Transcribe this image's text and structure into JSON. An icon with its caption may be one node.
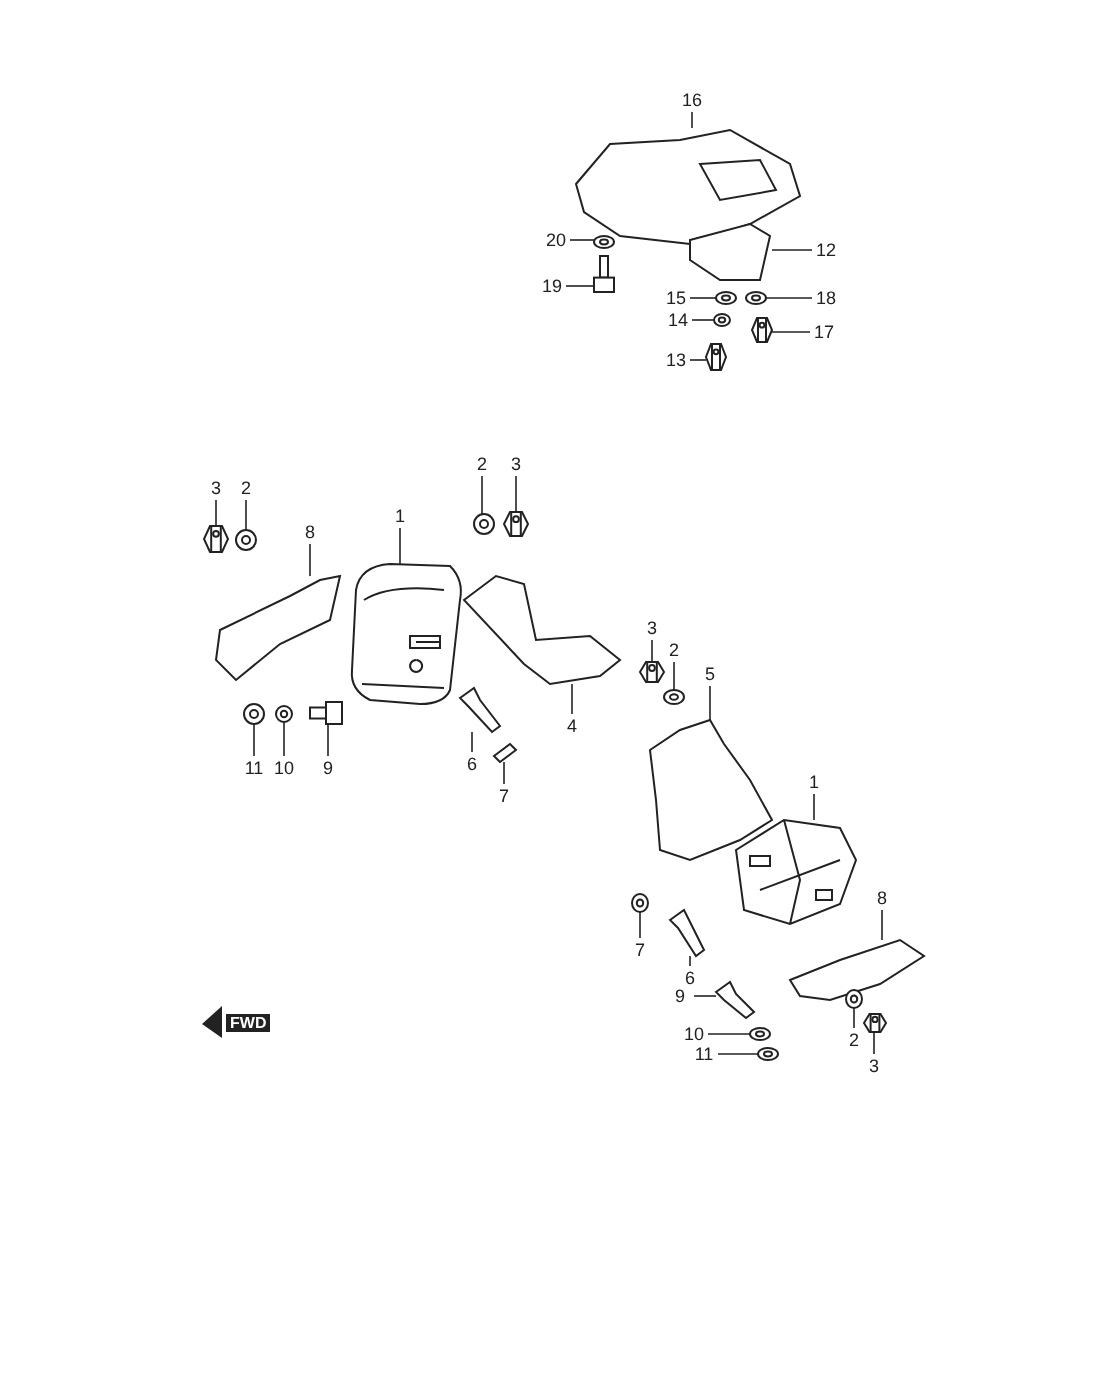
{
  "diagram": {
    "nodes": [
      {
        "text": [
          "16"
        ]
      },
      {
        "text": [
          "20"
        ]
      },
      {
        "text": [
          "12"
        ]
      },
      {
        "text": [
          "19"
        ]
      },
      {
        "text": [
          "15"
        ]
      },
      {
        "text": [
          "18"
        ]
      },
      {
        "text": [
          "14"
        ]
      },
      {
        "text": [
          "17"
        ]
      },
      {
        "text": [
          "13"
        ]
      },
      {
        "text": [
          "3"
        ]
      },
      {
        "text": [
          "2"
        ]
      },
      {
        "text": [
          "8"
        ]
      },
      {
        "text": [
          "1"
        ]
      },
      {
        "text": [
          "2"
        ]
      },
      {
        "text": [
          "3"
        ]
      },
      {
        "text": [
          "4"
        ]
      },
      {
        "text": [
          "11"
        ]
      },
      {
        "text": [
          "10"
        ]
      },
      {
        "text": [
          "9"
        ]
      },
      {
        "text": [
          "6"
        ]
      },
      {
        "text": [
          "7"
        ]
      },
      {
        "text": [
          "3"
        ]
      },
      {
        "text": [
          "2"
        ]
      },
      {
        "text": [
          "5"
        ]
      },
      {
        "text": [
          "1"
        ]
      },
      {
        "text": [
          "8"
        ]
      },
      {
        "text": [
          "7"
        ]
      },
      {
        "text": [
          "6"
        ]
      },
      {
        "text": [
          "9"
        ]
      },
      {
        "text": [
          "10"
        ]
      },
      {
        "text": [
          "11"
        ]
      },
      {
        "text": [
          "2"
        ]
      },
      {
        "text": [
          "3"
        ]
      },
      {
        "text": [],
        "shape": "picture"
      },
      {
        "text": [],
        "shape": "picture"
      },
      {
        "text": [],
        "shape": "picture"
      },
      {
        "text": [],
        "shape": "picture"
      },
      {
        "text": [],
        "shape": "picture"
      },
      {
        "text": [],
        "shape": "picture"
      },
      {
        "text": [],
        "shape": "picture"
      },
      {
        "text": [],
        "shape": "picture"
      },
      {
        "text": [],
        "shape": "picture"
      },
      {
        "text": [],
        "shape": "picture"
      },
      {
        "text": [],
        "shape": "picture"
      },
      {
        "text": [],
        "shape": "picture"
      },
      {
        "text": [],
        "shape": "picture"
      },
      {
        "text": [],
        "shape": "picture"
      },
      {
        "text": [],
        "shape": "picture"
      },
      {
        "text": [],
        "shape": "picture"
      },
      {
        "text": [],
        "shape": "picture"
      },
      {
        "text": [],
        "shape": "picture"
      },
      {
        "text": [],
        "shape": "picture"
      },
      {
        "text": [],
        "shape": "picture"
      },
      {
        "text": [],
        "shape": "picture"
      },
      {
        "text": [],
        "shape": "picture"
      },
      {
        "text": [],
        "shape": "picture"
      },
      {
        "text": [],
        "shape": "picture"
      },
      {
        "text": [],
        "shape": "picture"
      },
      {
        "text": [],
        "shape": "picture"
      },
      {
        "text": [],
        "shape": "picture"
      },
      {
        "text": [],
        "shape": "picture"
      },
      {
        "text": [],
        "shape": "picture"
      },
      {
        "text": [],
        "shape": "picture"
      },
      {
        "text": [],
        "shape": "picture"
      },
      {
        "text": [],
        "shape": "picture"
      },
      {
        "text": [],
        "shape": "picture"
      }
    ],
    "edges": [
      {
        "from": 0,
        "to": 33,
        "arrow": "none"
      },
      {
        "from": 1,
        "to": 34,
        "arrow": "none"
      },
      {
        "from": 2,
        "to": 35,
        "arrow": "none"
      },
      {
        "from": 3,
        "to": 36,
        "arrow": "none"
      },
      {
        "from": 4,
        "to": 37,
        "arrow": "none"
      },
      {
        "from": 5,
        "to": 38,
        "arrow": "none"
      },
      {
        "from": 6,
        "to": 39,
        "arrow": "none"
      },
      {
        "from": 7,
        "to": 40,
        "arrow": "none"
      },
      {
        "from": 8,
        "to": 41,
        "arrow": "none"
      },
      {
        "from": 9,
        "to": 42,
        "arrow": "none"
      },
      {
        "from": 10,
        "to": 43,
        "arrow": "none"
      },
      {
        "from": 11,
        "to": 44,
        "arrow": "none"
      },
      {
        "from": 12,
        "to": 45,
        "arrow": "none"
      },
      {
        "from": 13,
        "to": 46,
        "arrow": "none"
      },
      {
        "from": 14,
        "to": 47,
        "arrow": "none"
      },
      {
        "from": 15,
        "to": 48,
        "arrow": "none"
      },
      {
        "from": 16,
        "to": 49,
        "arrow": "none"
      },
      {
        "from": 17,
        "to": 50,
        "arrow": "none"
      },
      {
        "from": 18,
        "to": 51,
        "arrow": "none"
      },
      {
        "from": 19,
        "to": 52,
        "arrow": "none"
      },
      {
        "from": 20,
        "to": 53,
        "arrow": "none"
      },
      {
        "from": 21,
        "to": 54,
        "arrow": "none"
      },
      {
        "from": 22,
        "to": 55,
        "arrow": "none"
      },
      {
        "from": 23,
        "to": 56,
        "arrow": "none"
      },
      {
        "from": 24,
        "to": 57,
        "arrow": "none"
      },
      {
        "from": 25,
        "to": 58,
        "arrow": "none"
      },
      {
        "from": 26,
        "to": 59,
        "arrow": "none"
      },
      {
        "from": 27,
        "to": 60,
        "arrow": "none"
      },
      {
        "from": 28,
        "to": 61,
        "arrow": "none"
      },
      {
        "from": 29,
        "to": 62,
        "arrow": "none"
      },
      {
        "from": 30,
        "to": 63,
        "arrow": "none"
      },
      {
        "from": 31,
        "to": 64,
        "arrow": "none"
      },
      {
        "from": 32,
        "to": 65,
        "arrow": "none"
      }
    ],
    "labels": [
      "FWD"
    ]
  }
}
